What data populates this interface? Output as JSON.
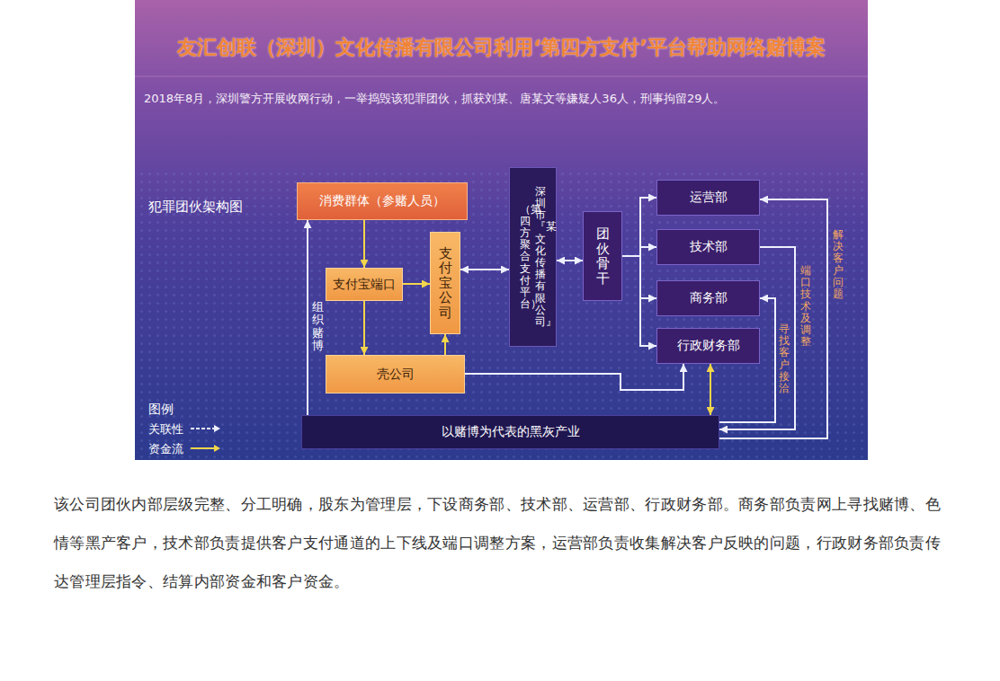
{
  "diagram": {
    "title": "友汇创联（深圳）文化传播有限公司利用‘第四方支付’平台帮助网络赌博案",
    "caption": "该公司团伙内部层级完整、分工明确，股东为管理层，下设商务部、技术部、运营部、行政财务部。商务部负责网上寻找赌博、色情等黑产客户，技术部负责提供客户支付通道的上下线及端口调整方案，运营部负责收集解决客户反映的问题，行政财务部负责传达管理层指令、结算内部资金和客户资金。",
    "nodes": [
      {
        "text": [
          "消费群体（参赌人员）"
        ]
      },
      {
        "text": [
          "支付宝端口"
        ]
      },
      {
        "text": [
          "支付宝公司"
        ]
      },
      {
        "text": [
          "壳公司"
        ]
      },
      {
        "text": [
          "深圳市『某文化传播有限公司』",
          "（第四方聚合支付平台）"
        ]
      },
      {
        "text": [
          "团伙骨干"
        ]
      },
      {
        "text": [
          "运营部"
        ]
      },
      {
        "text": [
          "技术部"
        ]
      },
      {
        "text": [
          "商务部"
        ]
      },
      {
        "text": [
          "行政财务部"
        ]
      },
      {
        "text": [
          "以赌博为代表的黑灰产业"
        ]
      }
    ],
    "edges": [
      {
        "from": 0,
        "to": 1,
        "arrow": "to"
      },
      {
        "from": 1,
        "to": 2,
        "arrow": "to"
      },
      {
        "from": 1,
        "to": 3,
        "arrow": "to"
      },
      {
        "from": 3,
        "to": 2,
        "arrow": "to"
      },
      {
        "from": 3,
        "to": 9,
        "arrow": "to"
      },
      {
        "from": 9,
        "to": 10,
        "arrow": "both"
      },
      {
        "from": 10,
        "to": 0,
        "label": "组织赌博",
        "arrow": "to"
      },
      {
        "from": 4,
        "to": 2,
        "arrow": "both"
      },
      {
        "from": 4,
        "to": 5,
        "arrow": "both"
      },
      {
        "from": 5,
        "to": 6,
        "arrow": "to"
      },
      {
        "from": 5,
        "to": 7,
        "arrow": "to"
      },
      {
        "from": 5,
        "to": 8,
        "arrow": "to"
      },
      {
        "from": 5,
        "to": 9,
        "arrow": "to"
      },
      {
        "from": 10,
        "to": 6,
        "label": "解决客户问题",
        "arrow": "to"
      },
      {
        "from": 7,
        "to": 10,
        "label": "端口技术及调整",
        "arrow": "to"
      },
      {
        "from": 10,
        "to": 8,
        "label": "寻找客户接洽",
        "arrow": "to"
      }
    ],
    "labels": [
      "2018年8月，深圳警方开展收网行动，一举捣毁该犯罪团伙，抓获刘某、唐某文等嫌疑人36人，刑事拘留29人。",
      "犯罪团伙架构图",
      "图例"
    ],
    "legend": [
      {
        "text": "关联性"
      },
      {
        "text": "资金流"
      }
    ]
  }
}
